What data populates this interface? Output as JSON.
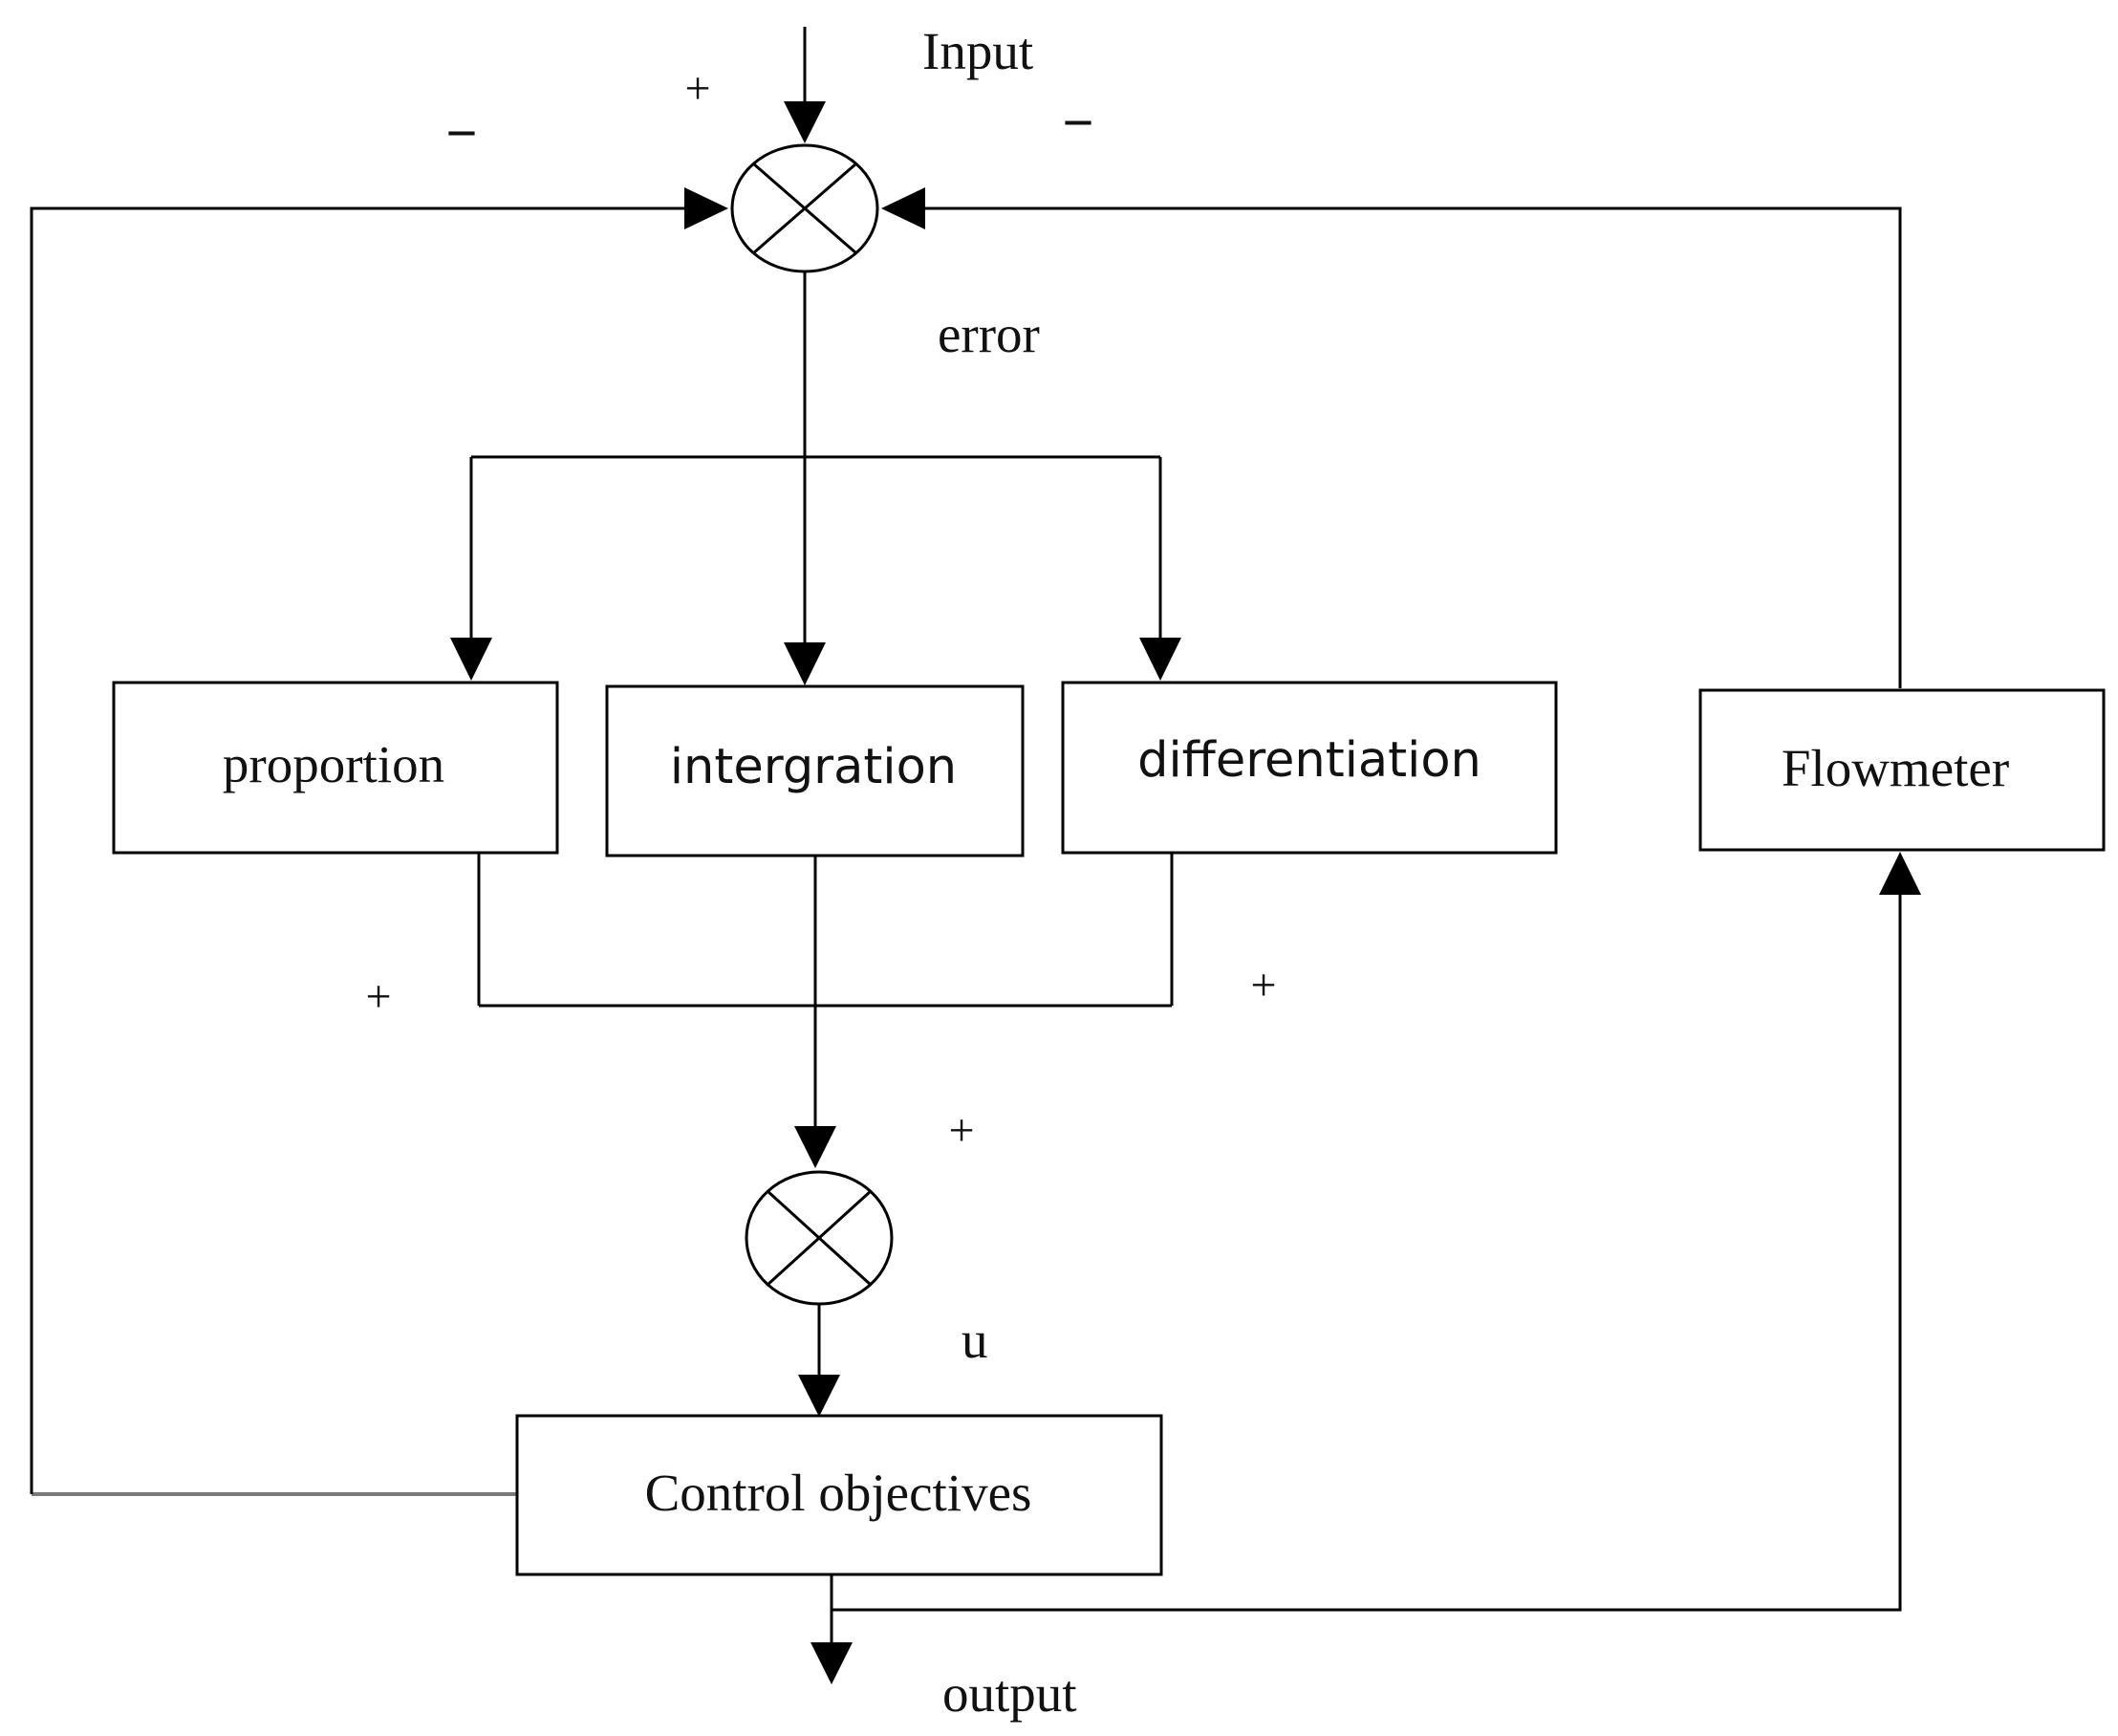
{
  "labels": {
    "input": "Input",
    "error": "error",
    "u": "u",
    "output": "output"
  },
  "blocks": {
    "proportion": "proportion",
    "integration": "intergration",
    "differentiation": "differentiation",
    "flowmeter": "Flowmeter",
    "control": "Control objectives"
  },
  "signs": {
    "input_plus": "+",
    "left_feedback_minus": "−",
    "right_feedback_minus": "−",
    "sum_left_plus": "+",
    "sum_right_plus": "+",
    "sum_top_plus": "+"
  }
}
